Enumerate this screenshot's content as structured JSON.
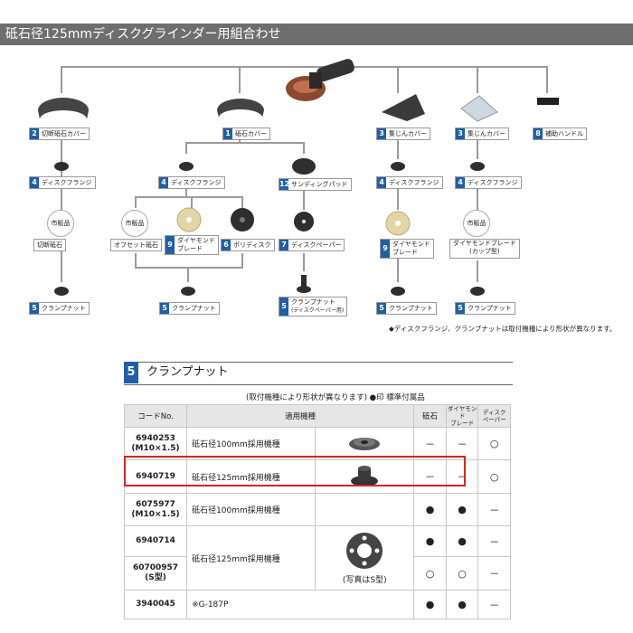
{
  "title": "砥石径125mmディスクグラインダー用組合わせ",
  "labels": {
    "cut_cover": {
      "num": "2",
      "text": "切断砥石カバー"
    },
    "wheel_cover": {
      "num": "1",
      "text": "砥石カバー"
    },
    "dust_cover_a": {
      "num": "3",
      "text": "集じんカバー"
    },
    "dust_cover_b": {
      "num": "3",
      "text": "集じんカバー"
    },
    "aux_handle": {
      "num": "8",
      "text": "補助ハンドル"
    },
    "flange_cut": {
      "num": "4",
      "text": "ディスクフランジ"
    },
    "flange_mid": {
      "num": "4",
      "text": "ディスクフランジ"
    },
    "sanding_pad": {
      "num": "12",
      "text": "サンディングパッド"
    },
    "flange_dust_a": {
      "num": "4",
      "text": "ディスクフランジ"
    },
    "flange_dust_b": {
      "num": "4",
      "text": "ディスクフランジ"
    },
    "cut_wheel": {
      "text": "切断砥石"
    },
    "offset_wheel": {
      "text": "オフセット砥石"
    },
    "diamond_mid": {
      "num": "9",
      "text": "ダイヤモンド",
      "text2": "ブレード"
    },
    "poly_disc": {
      "num": "6",
      "text": "ポリディスク"
    },
    "disc_paper": {
      "num": "7",
      "text": "ディスクペーパー"
    },
    "diamond_dust": {
      "num": "9",
      "text": "ダイヤモンド",
      "text2": "ブレード"
    },
    "diamond_cup": {
      "text": "ダイヤモンドブレード",
      "text2": "(カップ型)"
    },
    "nut_cut": {
      "num": "5",
      "text": "クランプナット"
    },
    "nut_mid": {
      "num": "5",
      "text": "クランプナット"
    },
    "nut_paper": {
      "num": "5",
      "text": "クランプナット",
      "text2": "(ディスクペーパー用)"
    },
    "nut_dust_a": {
      "num": "5",
      "text": "クランプナット"
    },
    "nut_dust_b": {
      "num": "5",
      "text": "クランプナット"
    }
  },
  "commercial": "市販品",
  "note": "◆ディスクフランジ、クランプナットは取付機種により形状が異なります。",
  "section": {
    "num": "5",
    "title": "クランプナット"
  },
  "table_note": "(取付機種により形状が異なります) ●印 標準付属品",
  "headers": {
    "code": "コードNo.",
    "machine": "適用機種",
    "c1": "砥石",
    "c2a": "ダイヤモンド",
    "c2b": "ブレード",
    "c3a": "ディスク",
    "c3b": "ペーパー"
  },
  "rows": [
    {
      "code": "6940253",
      "code2": "(M10×1.5)",
      "machine": "砥石径100mm採用機種",
      "m1": "－",
      "m2": "－",
      "m3": "○"
    },
    {
      "code": "6940719",
      "code2": "",
      "machine": "砥石径125mm採用機種",
      "m1": "－",
      "m2": "－",
      "m3": "○"
    },
    {
      "code": "6075977",
      "code2": "(M10×1.5)",
      "machine": "砥石径100mm採用機種",
      "m1": "●",
      "m2": "●",
      "m3": "－"
    },
    {
      "code": "6940714",
      "code2": "",
      "machine": "砥石径125mm採用機種",
      "m1": "●",
      "m2": "●",
      "m3": "－"
    },
    {
      "code": "60700957",
      "code2": "(S型)",
      "machine": "",
      "m1": "○",
      "m2": "○",
      "m3": "－"
    },
    {
      "code": "3940045",
      "code2": "",
      "machine": "※G-187P",
      "m1": "●",
      "m2": "●",
      "m3": "－"
    }
  ],
  "photo_caption": "(写真はS型)",
  "colors": {
    "accent_blue": "#1f5fa8",
    "title_bar": "#6e6e6e",
    "highlight": "#d9261c"
  }
}
